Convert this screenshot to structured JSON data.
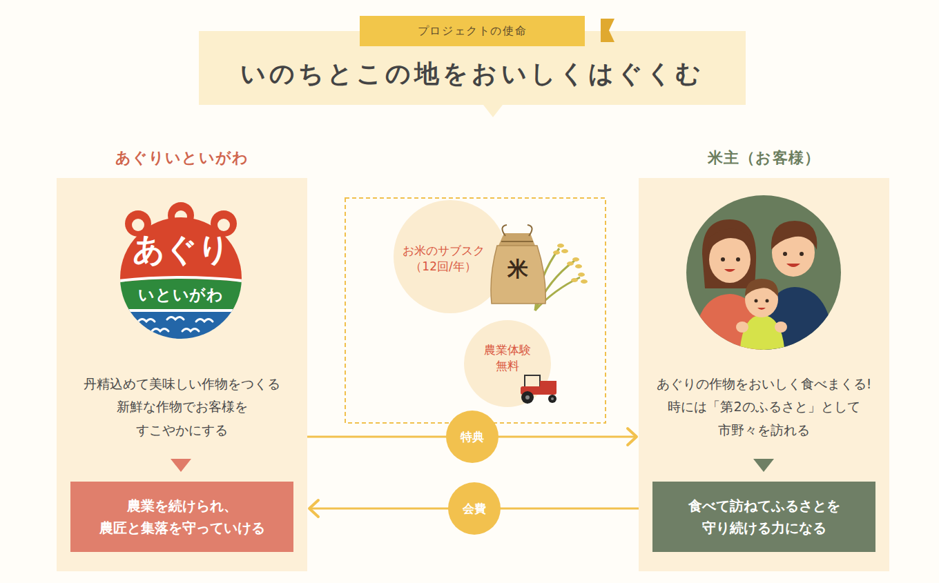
{
  "diagram": {
    "nodes": [
      {
        "text": [
          "プロジェクトの使命",
          "いのちとこの地をおいしくはぐくむ"
        ]
      },
      {
        "text": [
          "あぐりいといがわ",
          "丹精込めて美味しい作物をつくる 新鮮な作物でお客様を すこやかにする"
        ]
      },
      {
        "text": [
          "農業を続けられ、 農匠と集落を守っていける"
        ],
        "in": 1
      },
      {
        "text": [
          "お米のサブスク （12回/年）"
        ]
      },
      {
        "text": [
          "農業体験 無料"
        ]
      },
      {
        "text": [
          "米主（お客様）",
          "あぐりの作物をおいしく食べまくる! 時には「第2のふるさと」として 市野々を訪れる"
        ]
      },
      {
        "text": [
          "食べて訪ねてふるさとを 守り続ける力になる"
        ],
        "in": 5
      }
    ],
    "edges": [
      {
        "from": 1,
        "to": 5,
        "arrow": "to",
        "label": "特典"
      },
      {
        "from": 5,
        "to": 1,
        "arrow": "to",
        "label": "会費"
      }
    ],
    "labels": [
      "あぐり",
      "いといがわ",
      "米"
    ]
  }
}
